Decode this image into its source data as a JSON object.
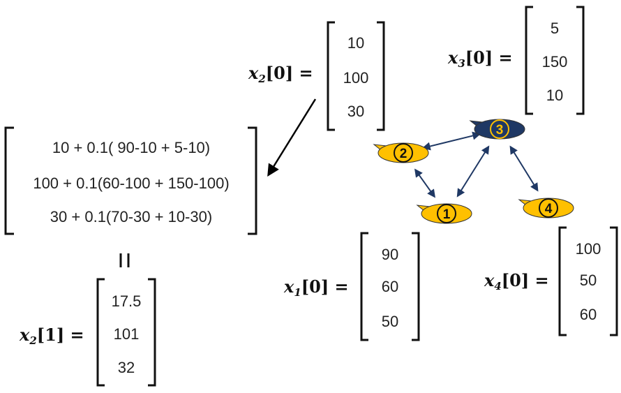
{
  "colors": {
    "node_fill": "#FFC000",
    "node_highlight_fill": "#1F3864",
    "edge": "#1F3864",
    "text": "#222222"
  },
  "vectors": {
    "x2_0": {
      "var": "x",
      "sub": "2",
      "idx": "0",
      "values": [
        "10",
        "100",
        "30"
      ]
    },
    "x3_0": {
      "var": "x",
      "sub": "3",
      "idx": "0",
      "values": [
        "5",
        "150",
        "10"
      ]
    },
    "x1_0": {
      "var": "x",
      "sub": "1",
      "idx": "0",
      "values": [
        "90",
        "60",
        "50"
      ]
    },
    "x4_0": {
      "var": "x",
      "sub": "4",
      "idx": "0",
      "values": [
        "100",
        "50",
        "60"
      ]
    },
    "x2_1": {
      "var": "x",
      "sub": "2",
      "idx": "1",
      "values": [
        "17.5",
        "101",
        "32"
      ]
    }
  },
  "update": {
    "rows": [
      "10 + 0.1( 90-10 + 5-10)",
      "100 + 0.1(60-100 + 150-100)",
      "30 + 0.1(70-30 + 10-30)"
    ],
    "equals_symbol": "="
  },
  "nodes": [
    {
      "id": "1",
      "label": "1",
      "highlight": false
    },
    {
      "id": "2",
      "label": "2",
      "highlight": false
    },
    {
      "id": "3",
      "label": "3",
      "highlight": true
    },
    {
      "id": "4",
      "label": "4",
      "highlight": false
    }
  ],
  "edges": [
    {
      "from": "2",
      "to": "3"
    },
    {
      "from": "2",
      "to": "1"
    },
    {
      "from": "1",
      "to": "3"
    },
    {
      "from": "3",
      "to": "4"
    }
  ]
}
